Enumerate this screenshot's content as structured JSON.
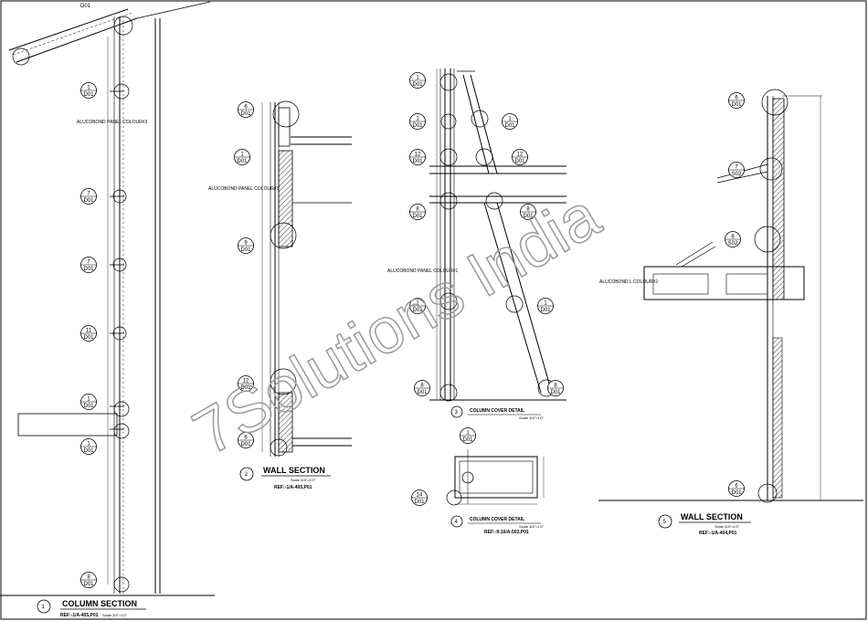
{
  "watermark": "7Solutions India",
  "sections": {
    "s1": {
      "num": "1",
      "title": "COLUMN SECTION",
      "ref": "REF:-1/A-405,P01",
      "scale": "Scale 3/4\"=1'0\""
    },
    "s2": {
      "num": "2",
      "title": "WALL SECTION",
      "ref": "REF:-1/A-405,P01",
      "scale": "Scale 3/4\"=1'0\"",
      "note": "ALUCOBOND PANEL COLOUR#3"
    },
    "s3": {
      "num": "3",
      "title": "COLUMN COVER DETAIL",
      "scale": "Scale 3/4\"=1'0\"",
      "note": "ALUCOBOND PANEL COLOUR#1"
    },
    "s4": {
      "num": "4",
      "title": "COLUMN COVER DETAIL",
      "ref": "REF:-9-10/A-502,P01",
      "scale": "Scale 3/4\"=1'0\""
    },
    "s5": {
      "num": "5",
      "title": "WALL SECTION",
      "ref": "REF:-1/A-404,P01",
      "scale": "Scale 3/4\"=1'0\"",
      "note": "ALUCOBOND L COLOUR#2"
    }
  },
  "notes": {
    "alucobond_s1": "ALUCOBOND PANEL COLOUR#3"
  },
  "bubbles_s1": [
    {
      "n": "1",
      "s": "D01"
    },
    {
      "n": "7",
      "s": "D01"
    },
    {
      "n": "7",
      "s": "D01"
    },
    {
      "n": "11",
      "s": "D01"
    },
    {
      "n": "1",
      "s": "D01"
    },
    {
      "n": "1",
      "s": "D01"
    },
    {
      "n": "8",
      "s": "D01"
    }
  ],
  "bubbles_s2": [
    {
      "n": "6",
      "s": "D01"
    },
    {
      "n": "1",
      "s": "D01"
    },
    {
      "n": "9",
      "s": "D01"
    },
    {
      "n": "12",
      "s": "D01"
    },
    {
      "n": "6",
      "s": "D01"
    }
  ],
  "bubbles_s3_left": [
    {
      "n": "1",
      "s": "D01"
    },
    {
      "n": "1",
      "s": "D01"
    },
    {
      "n": "12",
      "s": "D01"
    },
    {
      "n": "8",
      "s": "D01"
    },
    {
      "n": "1",
      "s": "D01"
    },
    {
      "n": "8",
      "s": "D01"
    }
  ],
  "bubbles_s3_right": [
    {
      "n": "1",
      "s": "D01"
    },
    {
      "n": "12",
      "s": "D01"
    },
    {
      "n": "8",
      "s": "D01"
    },
    {
      "n": "1",
      "s": "D01"
    },
    {
      "n": "8",
      "s": "D01"
    }
  ],
  "bubbles_s4": [
    {
      "n": "1",
      "s": "D01"
    },
    {
      "n": "14",
      "s": "D01"
    }
  ],
  "bubbles_s5": [
    {
      "n": "6",
      "s": "D01"
    },
    {
      "n": "7",
      "s": "S02"
    },
    {
      "n": "8",
      "s": "S02"
    },
    {
      "n": "6",
      "s": "D01"
    }
  ],
  "top_bubble": {
    "s": "D01"
  }
}
